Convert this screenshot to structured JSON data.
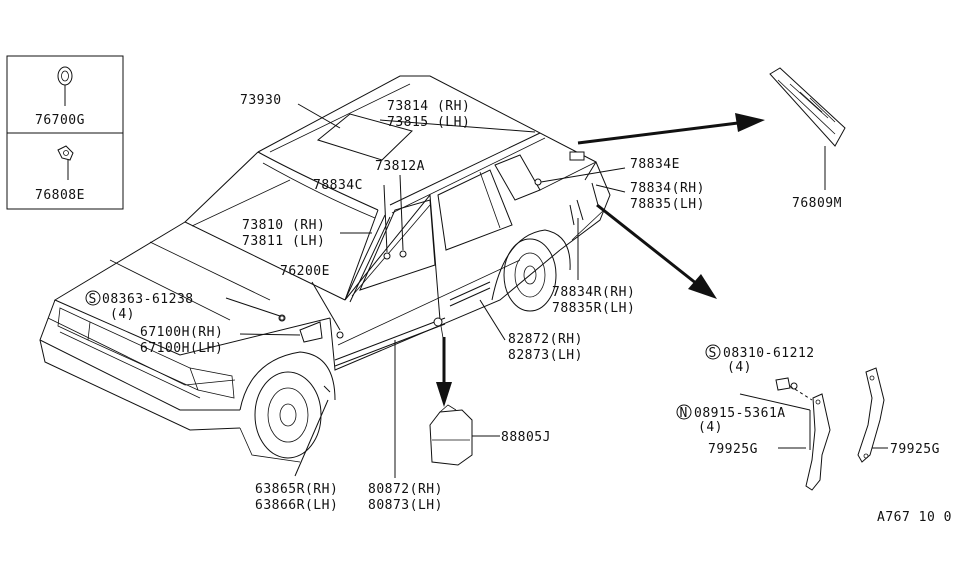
{
  "inset_box": {
    "items": [
      {
        "part": "76700G"
      },
      {
        "part": "76808E"
      }
    ]
  },
  "callouts": {
    "c73930": "73930",
    "c73814": "73814 (RH)",
    "c73815": "73815 (LH)",
    "c73812A": "73812A",
    "c78834C": "78834C",
    "c78834E": "78834E",
    "c78834rh": "78834(RH)",
    "c78835lh": "78835(LH)",
    "c73810": "73810 (RH)",
    "c73811": "73811 (LH)",
    "c76200E": "76200E",
    "c08363": "08363-61238",
    "c08363qty": "(4)",
    "c67100rh": "67100H(RH)",
    "c67100lh": "67100H(LH)",
    "c78834R": "78834R(RH)",
    "c78835R": "78835R(LH)",
    "c82872": "82872(RH)",
    "c82873": "82873(LH)",
    "c63865": "63865R(RH)",
    "c63866": "63866R(LH)",
    "c80872": "80872(RH)",
    "c80873": "80873(LH)",
    "c88805J": "88805J",
    "c76809M": "76809M",
    "c08310": "08310-61212",
    "c08310qty": "(4)",
    "c08915": "08915-5361A",
    "c08915qty": "(4)",
    "c79925G_a": "79925G",
    "c79925G_b": "79925G",
    "diagram_id": "A767 10  0"
  },
  "symbols": {
    "screw": "S",
    "nut": "N"
  }
}
